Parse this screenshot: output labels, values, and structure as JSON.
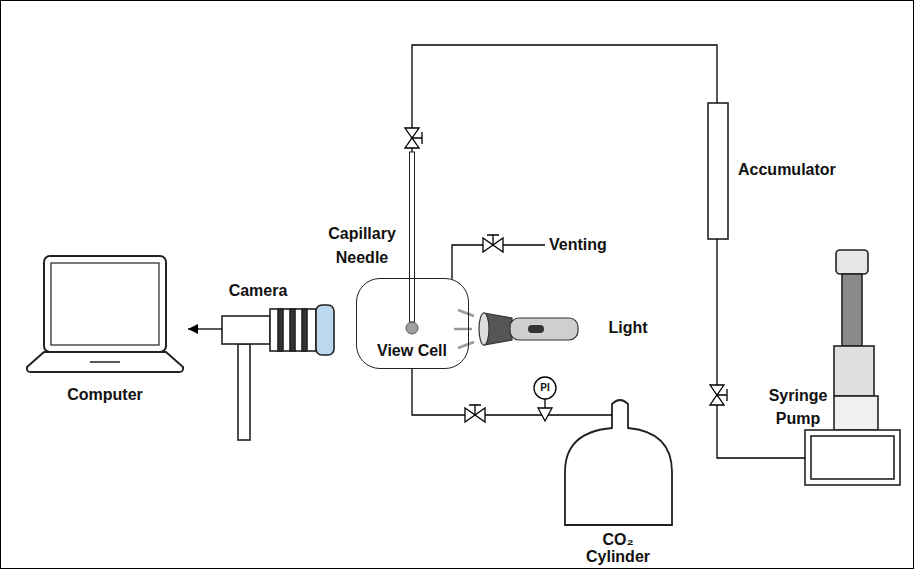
{
  "diagram": {
    "nodes": [
      {
        "text": [
          "Computer"
        ]
      },
      {
        "text": [
          "Camera"
        ]
      },
      {
        "text": [
          "View Cell"
        ]
      },
      {
        "text": [
          "Light"
        ]
      },
      {
        "text": [
          "Accumulator"
        ]
      },
      {
        "text": [
          "Syringe Pump"
        ]
      },
      {
        "text": [
          "CO₂ Cylinder"
        ]
      }
    ],
    "edges": [
      {
        "from": 1,
        "to": 0,
        "arrow": "to"
      },
      {
        "from": 2,
        "to": 4,
        "arrow": "none"
      },
      {
        "from": 4,
        "to": 5,
        "arrow": "none"
      },
      {
        "from": 2,
        "to": 6,
        "arrow": "none"
      }
    ],
    "labels": [
      "Capillary Needle",
      "Venting",
      "PI"
    ]
  }
}
